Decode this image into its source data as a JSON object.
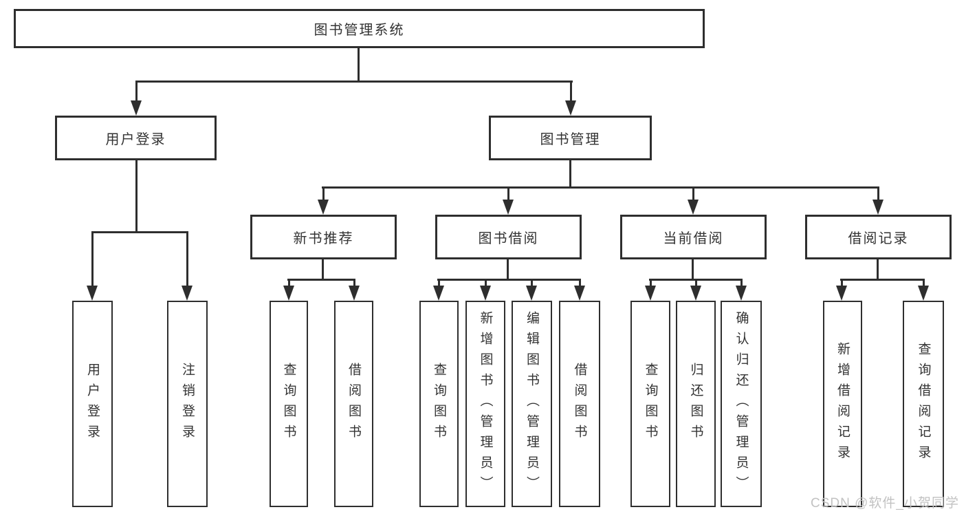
{
  "tree": {
    "root": {
      "label": "图书管理系统"
    },
    "user_login": {
      "label": "用户登录",
      "children": {
        "user_login": {
          "label": "用户登录"
        },
        "logout": {
          "label": "注销登录"
        }
      }
    },
    "book_mgmt": {
      "label": "图书管理",
      "children": {
        "new_book_rec": {
          "label": "新书推荐",
          "children": {
            "search_book": {
              "label": "查询图书"
            },
            "borrow_book": {
              "label": "借阅图书"
            }
          }
        },
        "book_borrow": {
          "label": "图书借阅",
          "children": {
            "search_book": {
              "label": "查询图书"
            },
            "add_book": {
              "label": "新增图书（管理员）"
            },
            "edit_book": {
              "label": "编辑图书（管理员）"
            },
            "borrow_book": {
              "label": "借阅图书"
            }
          }
        },
        "current_borrow": {
          "label": "当前借阅",
          "children": {
            "search_book": {
              "label": "查询图书"
            },
            "return_book": {
              "label": "归还图书"
            },
            "confirm_return": {
              "label": "确认归还（管理员）"
            }
          }
        },
        "borrow_records": {
          "label": "借阅记录",
          "children": {
            "add_record": {
              "label": "新增借阅记录"
            },
            "search_record": {
              "label": "查询借阅记录"
            }
          }
        }
      }
    }
  },
  "watermark": {
    "text": "CSDN @软件_小贺同学"
  },
  "colors": {
    "line": "#2e2e2e",
    "text": "#333333",
    "background": "#ffffff",
    "watermark": "#c2c2c2"
  }
}
